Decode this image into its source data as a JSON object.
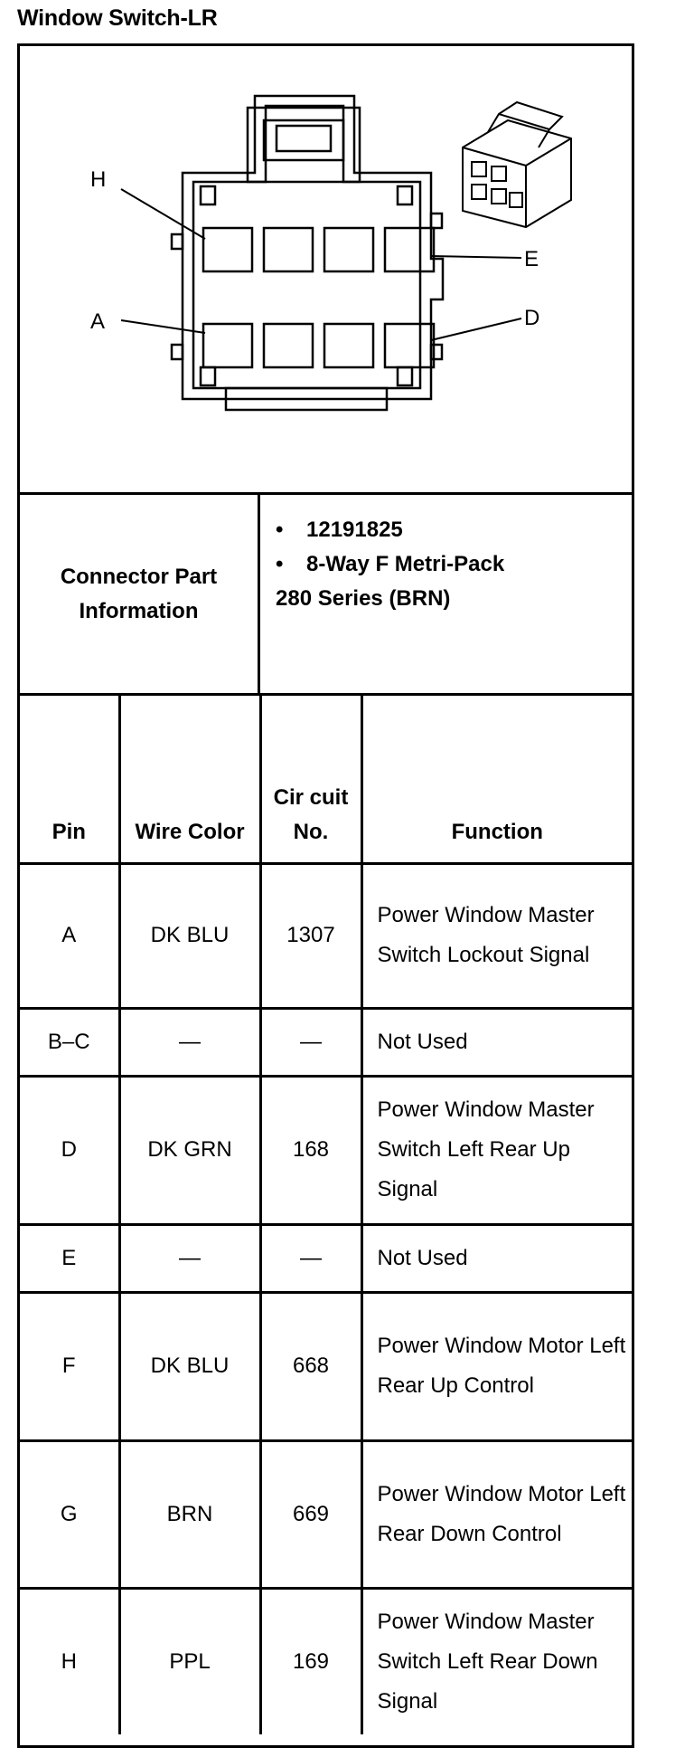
{
  "title": "Window Switch-LR",
  "diagram": {
    "pin_labels": {
      "H": "H",
      "E": "E",
      "A": "A",
      "D": "D"
    }
  },
  "connector_info": {
    "label": "Connector Part Information",
    "items": [
      "12191825",
      "8-Way F Metri-Pack"
    ],
    "bullet": "•",
    "continuation": "280 Series (BRN)"
  },
  "table": {
    "headers": {
      "pin": "Pin",
      "wire_color": "Wire Color",
      "circuit_no": "Cir cuit No.",
      "function": "Function"
    },
    "rows": [
      {
        "pin": "A",
        "wire_color": "DK BLU",
        "circuit": "1307",
        "function": "Power Window Master Switch Lockout Signal"
      },
      {
        "pin": "B–C",
        "wire_color": "—",
        "circuit": "—",
        "function": "Not Used"
      },
      {
        "pin": "D",
        "wire_color": "DK GRN",
        "circuit": "168",
        "function": "Power Window Master Switch Left Rear Up Signal"
      },
      {
        "pin": "E",
        "wire_color": "—",
        "circuit": "—",
        "function": "Not Used"
      },
      {
        "pin": "F",
        "wire_color": "DK BLU",
        "circuit": "668",
        "function": "Power Window Motor Left Rear Up Control"
      },
      {
        "pin": "G",
        "wire_color": "BRN",
        "circuit": "669",
        "function": "Power Window Motor Left Rear Down Control"
      },
      {
        "pin": "H",
        "wire_color": "PPL",
        "circuit": "169",
        "function": "Power Window Master Switch Left Rear Down Signal"
      }
    ]
  }
}
